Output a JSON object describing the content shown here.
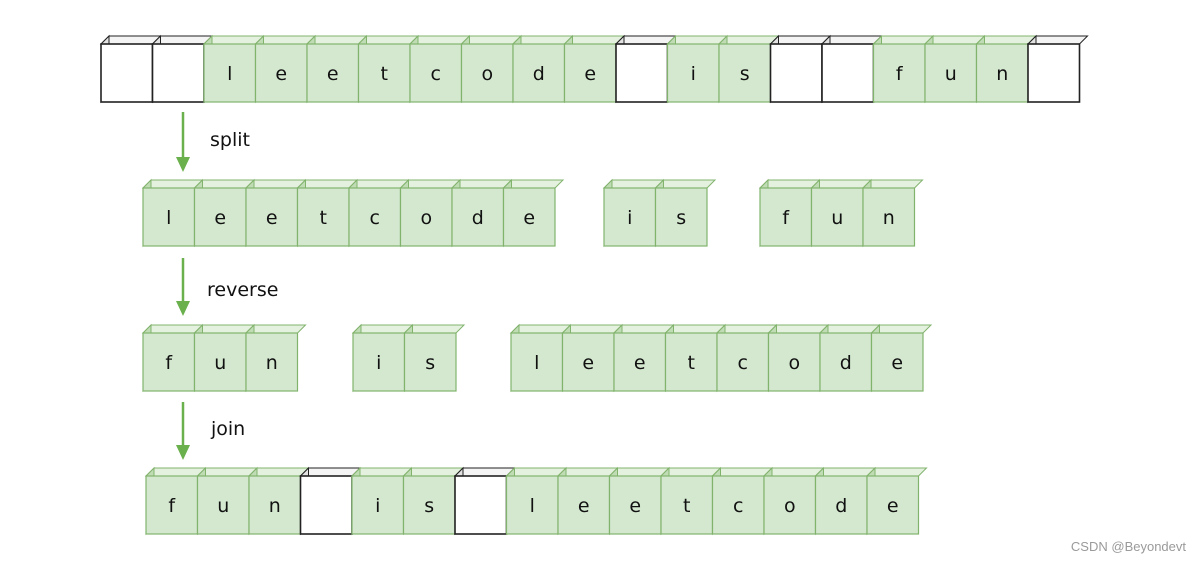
{
  "colors": {
    "cell_fill": "#d4e8cf",
    "cell_stroke": "#82b36d",
    "cell_top": "#e4f1df",
    "cell_side": "#bfdcb5",
    "empty_fill": "#ffffff",
    "empty_stroke": "#222222",
    "empty_top": "#f4f4f4",
    "empty_side": "#e2e2e2",
    "arrow": "#6ab04c"
  },
  "rows": [
    {
      "name": "input-row",
      "cells": [
        " ",
        " ",
        "l",
        "e",
        "e",
        "t",
        "c",
        "o",
        "d",
        "e",
        " ",
        "i",
        "s",
        " ",
        " ",
        "f",
        "u",
        "n",
        " "
      ]
    },
    {
      "name": "split-row",
      "groups": [
        [
          "l",
          "e",
          "e",
          "t",
          "c",
          "o",
          "d",
          "e"
        ],
        [
          "i",
          "s"
        ],
        [
          "f",
          "u",
          "n"
        ]
      ]
    },
    {
      "name": "reversed-row",
      "groups": [
        [
          "f",
          "u",
          "n"
        ],
        [
          "i",
          "s"
        ],
        [
          "l",
          "e",
          "e",
          "t",
          "c",
          "o",
          "d",
          "e"
        ]
      ]
    },
    {
      "name": "output-row",
      "cells": [
        "f",
        "u",
        "n",
        " ",
        "i",
        "s",
        " ",
        "l",
        "e",
        "e",
        "t",
        "c",
        "o",
        "d",
        "e"
      ]
    }
  ],
  "steps": [
    {
      "name": "split",
      "label": "split"
    },
    {
      "name": "reverse",
      "label": "reverse"
    },
    {
      "name": "join",
      "label": "join"
    }
  ],
  "watermark": "CSDN @Beyondevt"
}
